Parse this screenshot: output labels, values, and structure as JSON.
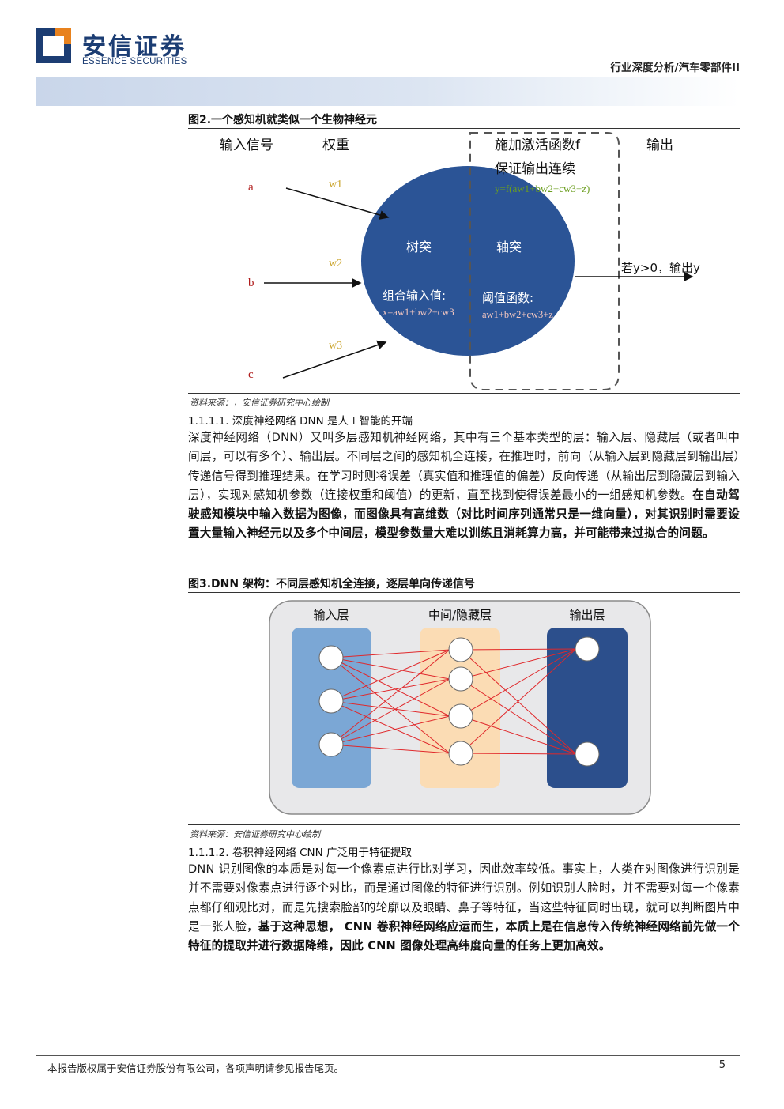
{
  "header": {
    "brand_cn": "安信证券",
    "brand_en": "ESSENCE SECURITIES",
    "category": "行业深度分析/汽车零部件II",
    "colors": {
      "brand_blue": "#1c3d73",
      "brand_orange": "#e8821e",
      "band": "#c9d6ea"
    }
  },
  "figure2": {
    "title": "图2.一个感知机就类似一个生物神经元",
    "label_input": "输入信号",
    "label_weight": "权重",
    "label_activation_1": "施加激活函数f",
    "label_activation_2": "保证输出连续",
    "label_output": "输出",
    "formula_y": "y=f(aw1+bw2+cw3+z)",
    "input_a": "a",
    "input_b": "b",
    "input_c": "c",
    "weight_1": "w1",
    "weight_2": "w2",
    "weight_3": "w3",
    "dendrite": "树突",
    "axon": "轴突",
    "combine_label": "组合输入值:",
    "combine_formula": "x=aw1+bw2+cw3",
    "threshold_label": "阈值函数:",
    "threshold_formula": "aw1+bw2+cw3+z",
    "output_rule": "若y>0，输出y",
    "source": "资料来源：，安信证券研究中心绘制"
  },
  "section1": {
    "heading": "1.1.1.1. 深度神经网络 DNN 是人工智能的开端",
    "para_normal": "深度神经网络（DNN）又叫多层感知机神经网络，其中有三个基本类型的层：输入层、隐藏层（或者叫中间层，可以有多个）、输出层。不同层之间的感知机全连接，在推理时，前向（从输入层到隐藏层到输出层）传递信号得到推理结果。在学习时则将误差（真实值和推理值的偏差）反向传递（从输出层到隐藏层到输入层），实现对感知机参数（连接权重和阈值）的更新，直至找到使得误差最小的一组感知机参数。",
    "para_bold": "在自动驾驶感知模块中输入数据为图像，而图像具有高维数（对比时间序列通常只是一维向量），对其识别时需要设置大量输入神经元以及多个中间层，模型参数量大难以训练且消耗算力高，并可能带来过拟合的问题。"
  },
  "figure3": {
    "title": "图3.DNN 架构：不同层感知机全连接，逐层单向传递信号",
    "layer_input": "输入层",
    "layer_hidden": "中间/隐藏层",
    "layer_output": "输出层",
    "input_nodes": 3,
    "hidden_nodes": 4,
    "output_nodes": 2,
    "colors": {
      "input": "#7ba7d5",
      "hidden": "#fbdcb4",
      "output": "#2c4f8c",
      "edge": "#e0282b"
    },
    "source": "资料来源：安信证券研究中心绘制"
  },
  "section2": {
    "heading": "1.1.1.2. 卷积神经网络 CNN 广泛用于特征提取",
    "para_normal": "DNN 识别图像的本质是对每一个像素点进行比对学习，因此效率较低。事实上，人类在对图像进行识别是并不需要对像素点进行逐个对比，而是通过图像的特征进行识别。例如识别人脸时，并不需要对每一个像素点都仔细观比对，而是先搜索脸部的轮廓以及眼睛、鼻子等特征，当这些特征同时出现，就可以判断图片中是一张人脸，",
    "para_bold": "基于这种思想， CNN 卷积神经网络应运而生，本质上是在信息传入传统神经网络前先做一个特征的提取并进行数据降维，因此 CNN 图像处理高纬度向量的任务上更加高效。"
  },
  "footer": {
    "disclaimer": "本报告版权属于安信证券股份有限公司，各项声明请参见报告尾页。",
    "page": "5"
  }
}
